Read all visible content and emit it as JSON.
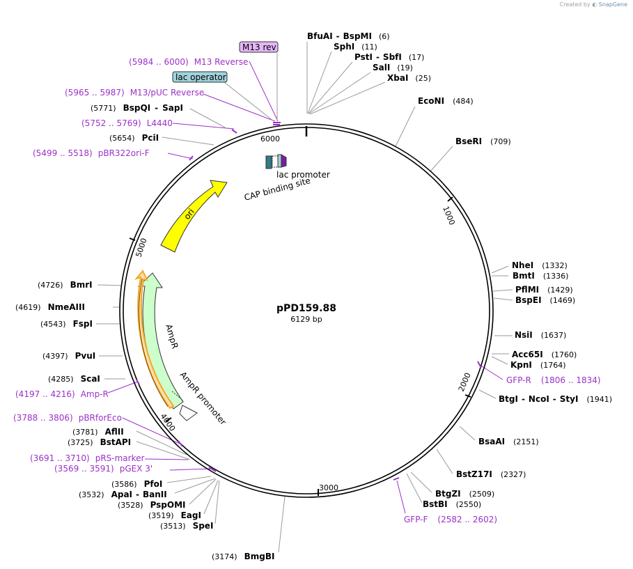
{
  "credit": {
    "text": "Created by",
    "brand": "SnapGene"
  },
  "plasmid": {
    "name": "pPD159.88",
    "length_label": "6129 bp"
  },
  "ticks": [
    "1000",
    "2000",
    "3000",
    "4000",
    "5000",
    "6000"
  ],
  "enzymes": {
    "bfuai": "BfuAI",
    "bspmi": "BspMI",
    "bfuai_pos": "(6)",
    "sphi": "SphI",
    "sphi_pos": "(11)",
    "psti": "PstI",
    "sbfi": "SbfI",
    "psti_pos": "(17)",
    "sali": "SalI",
    "sali_pos": "(19)",
    "xbai": "XbaI",
    "xbai_pos": "(25)",
    "econi": "EcoNI",
    "econi_pos": "(484)",
    "bseri": "BseRI",
    "bseri_pos": "(709)",
    "nhei": "NheI",
    "nhei_pos": "(1332)",
    "bmti": "BmtI",
    "bmti_pos": "(1336)",
    "pflmi": "PflMI",
    "pflmi_pos": "(1429)",
    "bspei": "BspEI",
    "bspei_pos": "(1469)",
    "nsii": "NsiI",
    "nsii_pos": "(1637)",
    "acc65i": "Acc65I",
    "acc65i_pos": "(1760)",
    "kpni": "KpnI",
    "kpni_pos": "(1764)",
    "btgi": "BtgI",
    "ncoi": "NcoI",
    "styi": "StyI",
    "btgi_pos": "(1941)",
    "bsaai": "BsaAI",
    "bsaai_pos": "(2151)",
    "bstz17i": "BstZ17I",
    "bstz17i_pos": "(2327)",
    "btgzi": "BtgZI",
    "btgzi_pos": "(2509)",
    "bstbi": "BstBI",
    "bstbi_pos": "(2550)",
    "bmgbi": "BmgBI",
    "bmgbi_pos": "(3174)",
    "spei": "SpeI",
    "spei_pos": "(3513)",
    "eagi": "EagI",
    "eagi_pos": "(3519)",
    "pspomi": "PspOMI",
    "pspomi_pos": "(3528)",
    "apai": "ApaI",
    "banii": "BanII",
    "apai_pos": "(3532)",
    "pfoi": "PfoI",
    "pfoi_pos": "(3586)",
    "bstapi": "BstAPI",
    "bstapi_pos": "(3725)",
    "aflii": "AflII",
    "aflii_pos": "(3781)",
    "scai": "ScaI",
    "scai_pos": "(4285)",
    "pvui": "PvuI",
    "pvui_pos": "(4397)",
    "fspi": "FspI",
    "fspi_pos": "(4543)",
    "nmeaiii": "NmeAIII",
    "nmeaiii_pos": "(4619)",
    "bmri": "BmrI",
    "bmri_pos": "(4726)",
    "pcii": "PciI",
    "pcii_pos": "(5654)",
    "bspqi": "BspQI",
    "sapi": "SapI",
    "bspqi_pos": "(5771)"
  },
  "primers": {
    "m13rev_box": "M13 rev",
    "m13rev_range": "(5984 .. 6000)",
    "m13rev_name": "M13 Reverse",
    "lacop_box": "lac operator",
    "m13puc_range": "(5965 .. 5987)",
    "m13puc_name": "M13/pUC Reverse",
    "l4440_range": "(5752 .. 5769)",
    "l4440_name": "L4440",
    "pbr322_range": "(5499 .. 5518)",
    "pbr322_name": "pBR322ori-F",
    "gfpr_name": "GFP-R",
    "gfpr_range": "(1806 .. 1834)",
    "gfpf_name": "GFP-F",
    "gfpf_range": "(2582 .. 2602)",
    "ampr_range": "(4197 .. 4216)",
    "ampr_name": "Amp-R",
    "pbrforeco_range": "(3788 .. 3806)",
    "pbrforeco_name": "pBRforEco",
    "prs_range": "(3691 .. 3710)",
    "prs_name": "pRS-marker",
    "pgex_range": "(3569 .. 3591)",
    "pgex_name": "pGEX 3'"
  },
  "features": {
    "ori": "ori",
    "ampr": "AmpR",
    "ampr_promoter": "AmpR promoter",
    "lac_promoter": "lac promoter",
    "cap_site": "CAP binding site"
  },
  "colors": {
    "backbone": "#000000",
    "ori": "#ffff00",
    "ampr": "#ccffcc",
    "orf": "#f5a623",
    "primer": "#9b30c8",
    "lac_operator_box": "#9fd2dc",
    "m13rev_box": "#e5b6f5",
    "cap_site": "#2f7d8a",
    "lac_promoter": "#7a1fa2"
  }
}
